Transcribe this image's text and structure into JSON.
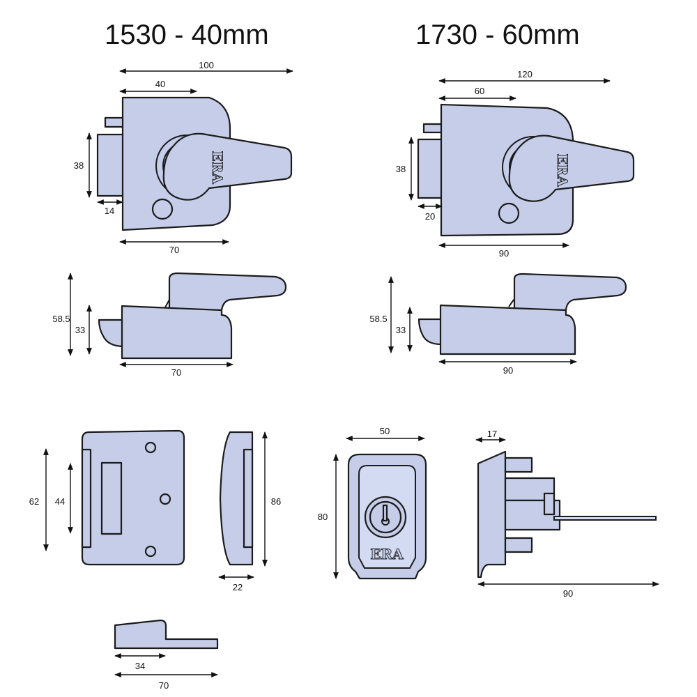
{
  "titles": {
    "left": "1530 - 40mm",
    "right": "1730 - 60mm"
  },
  "brand": "ERA",
  "dimensions": {
    "l_front_width": "100",
    "l_front_offset": "40",
    "l_front_bolt_height": "38",
    "l_front_bolt_proj": "14",
    "l_front_base": "70",
    "l_side_height": "58.5",
    "l_side_body": "33",
    "l_side_base": "70",
    "r_front_width": "120",
    "r_front_offset": "60",
    "r_front_bolt_height": "38",
    "r_front_bolt_proj": "20",
    "r_front_base": "90",
    "r_side_height": "58.5",
    "r_side_body": "33",
    "r_side_base": "90",
    "keep_height_outer": "62",
    "keep_height_inner": "44",
    "keep_side_height": "86",
    "keep_side_depth": "22",
    "keep_bottom_inner": "34",
    "keep_bottom_outer": "70",
    "cyl_width": "50",
    "cyl_height": "80",
    "cyl_side_top": "17",
    "cyl_side_length": "90"
  }
}
